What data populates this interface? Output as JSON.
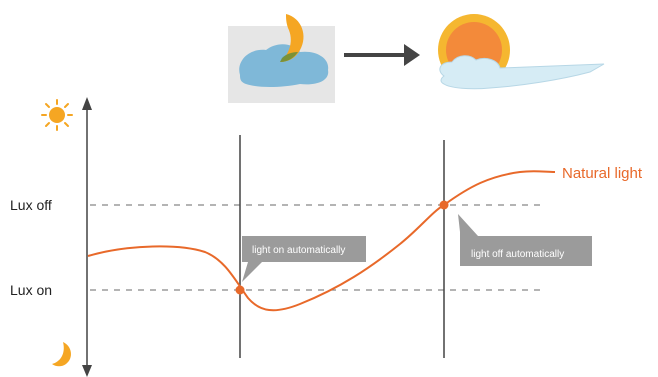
{
  "levels": {
    "lux_off": "Lux off",
    "lux_on": "Lux on"
  },
  "curve": {
    "label": "Natural light"
  },
  "callouts": {
    "light_on": "light on automatically",
    "light_off": "light off automatically"
  },
  "icons": {
    "sun": "sun-icon",
    "moon": "crescent-moon-icon",
    "night_scene": "moon-cloud-icon",
    "day_scene": "sun-cloud-icon",
    "transition": "right-arrow-icon"
  },
  "colors": {
    "curve": "#E8692A",
    "sun_outer": "#F5B730",
    "sun_inner": "#F38A3A",
    "moon": "#F5A623",
    "cloud_night": "#7FB8D8",
    "cloud_day": "#D6ECF5",
    "callout_bg": "#9B9B9B",
    "night_panel": "#E6E6E6",
    "axis": "#444444",
    "dash": "#888888"
  }
}
